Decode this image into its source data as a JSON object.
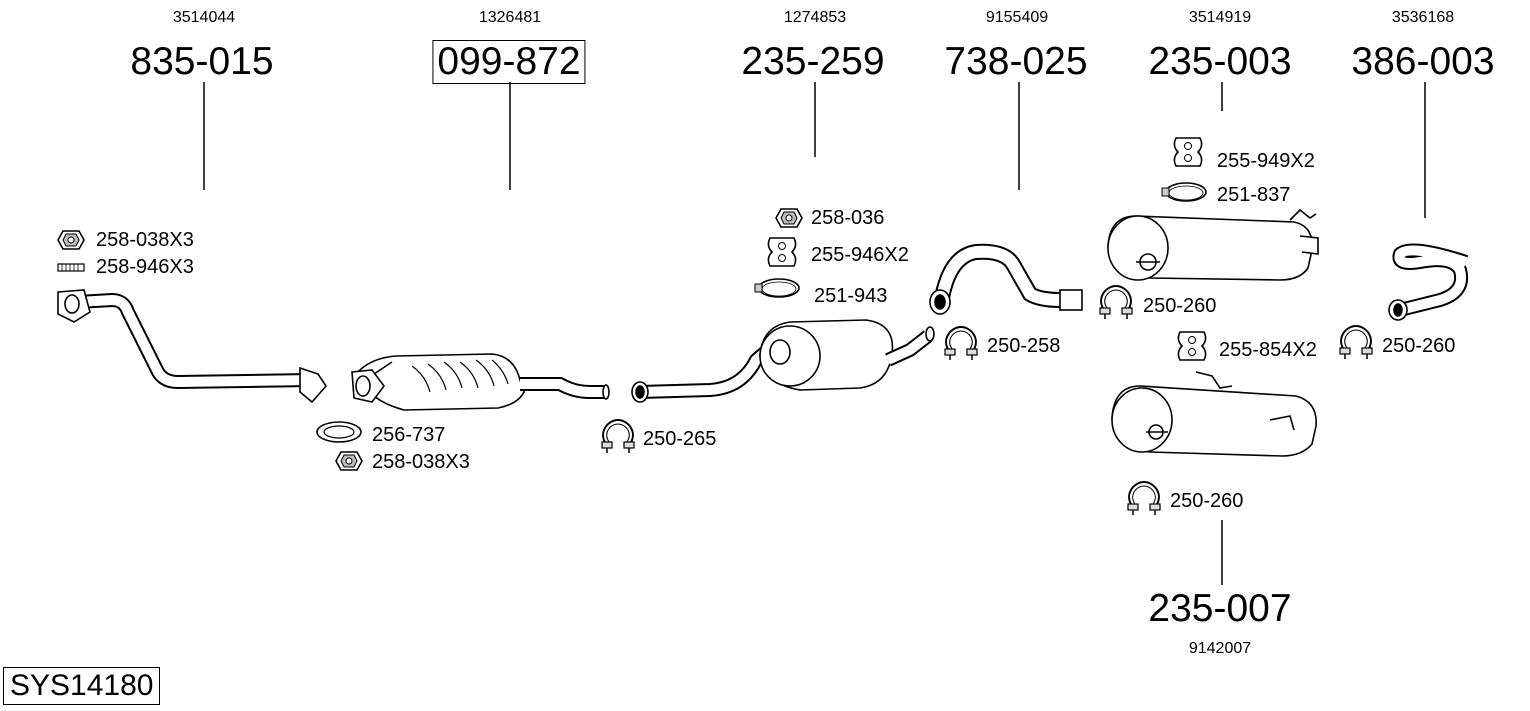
{
  "system_code": "SYS14180",
  "parts": [
    {
      "oe": "3514044",
      "number": "835-015",
      "highlighted": false
    },
    {
      "oe": "1326481",
      "number": "099-872",
      "highlighted": true
    },
    {
      "oe": "1274853",
      "number": "235-259",
      "highlighted": false
    },
    {
      "oe": "9155409",
      "number": "738-025",
      "highlighted": false
    },
    {
      "oe": "3514919",
      "number": "235-003",
      "highlighted": false
    },
    {
      "oe": "3536168",
      "number": "386-003",
      "highlighted": false
    },
    {
      "oe": "9142007",
      "number": "235-007",
      "highlighted": false
    }
  ],
  "accessories": [
    {
      "code": "258-038X3",
      "icon": "nut-icon"
    },
    {
      "code": "258-946X3",
      "icon": "stud-icon"
    },
    {
      "code": "256-737",
      "icon": "gasket-ring-icon"
    },
    {
      "code": "258-038X3",
      "icon": "nut-icon"
    },
    {
      "code": "250-265",
      "icon": "clamp-icon"
    },
    {
      "code": "258-036",
      "icon": "nut-icon"
    },
    {
      "code": "255-946X2",
      "icon": "rubber-hanger-icon"
    },
    {
      "code": "251-943",
      "icon": "strap-clamp-icon"
    },
    {
      "code": "250-258",
      "icon": "clamp-icon"
    },
    {
      "code": "255-949X2",
      "icon": "rubber-hanger-icon"
    },
    {
      "code": "251-837",
      "icon": "strap-clamp-icon"
    },
    {
      "code": "250-260",
      "icon": "clamp-icon"
    },
    {
      "code": "255-854X2",
      "icon": "rubber-hanger-icon"
    },
    {
      "code": "250-260",
      "icon": "clamp-icon"
    },
    {
      "code": "250-260",
      "icon": "clamp-icon"
    }
  ]
}
